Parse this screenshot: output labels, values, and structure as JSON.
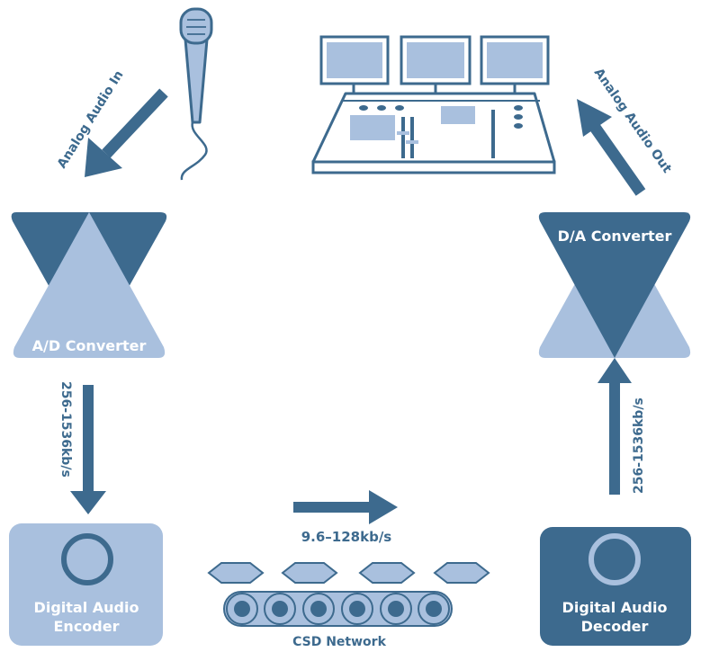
{
  "labels": {
    "analog_in": "Analog Audio In",
    "analog_out": "Analog Audio Out",
    "ad_converter": "A/D Converter",
    "da_converter": "D/A Converter",
    "rate_left": "256-1536kb/s",
    "rate_right": "256-1536kb/s",
    "rate_network": "9.6–128kb/s",
    "encoder_line1": "Digital Audio",
    "encoder_line2": "Encoder",
    "decoder_line1": "Digital Audio",
    "decoder_line2": "Decoder",
    "network": "CSD Network"
  },
  "colors": {
    "dark": "#3d6a8e",
    "light": "#a9c0de",
    "white": "#ffffff"
  },
  "icons": [
    "microphone-icon",
    "mixing-console-icon"
  ]
}
